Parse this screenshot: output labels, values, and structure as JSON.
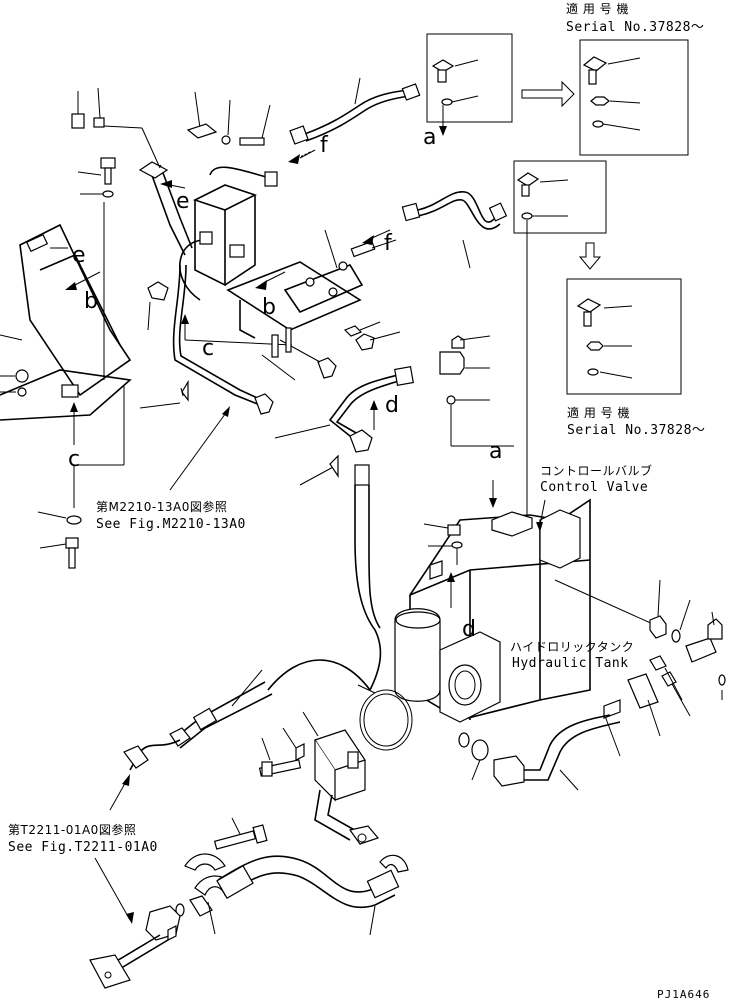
{
  "serial_note_top": {
    "jp": "適 用 号 機",
    "en": "Serial No.37828～"
  },
  "serial_note_mid": {
    "jp": "適 用 号 機",
    "en": "Serial No.37828～"
  },
  "control_valve": {
    "jp": "コントロールバルブ",
    "en": "Control Valve"
  },
  "hydraulic_tank": {
    "jp": "ハイドロリックタンク",
    "en": "Hydraulic Tank"
  },
  "ref_m2210": {
    "jp": "第M2210-13A0図参照",
    "en": "See Fig.M2210-13A0"
  },
  "ref_t2211": {
    "jp": "第T2211-01A0図参照",
    "en": "See Fig.T2211-01A0"
  },
  "connector_letters": {
    "a1": "a",
    "a2": "a",
    "b1": "b",
    "b2": "b",
    "c1": "c",
    "c2": "c",
    "d1": "d",
    "d2": "d",
    "e1": "e",
    "e2": "e",
    "f1": "f",
    "f2": "f"
  },
  "drawing_code": "PJ1A646"
}
